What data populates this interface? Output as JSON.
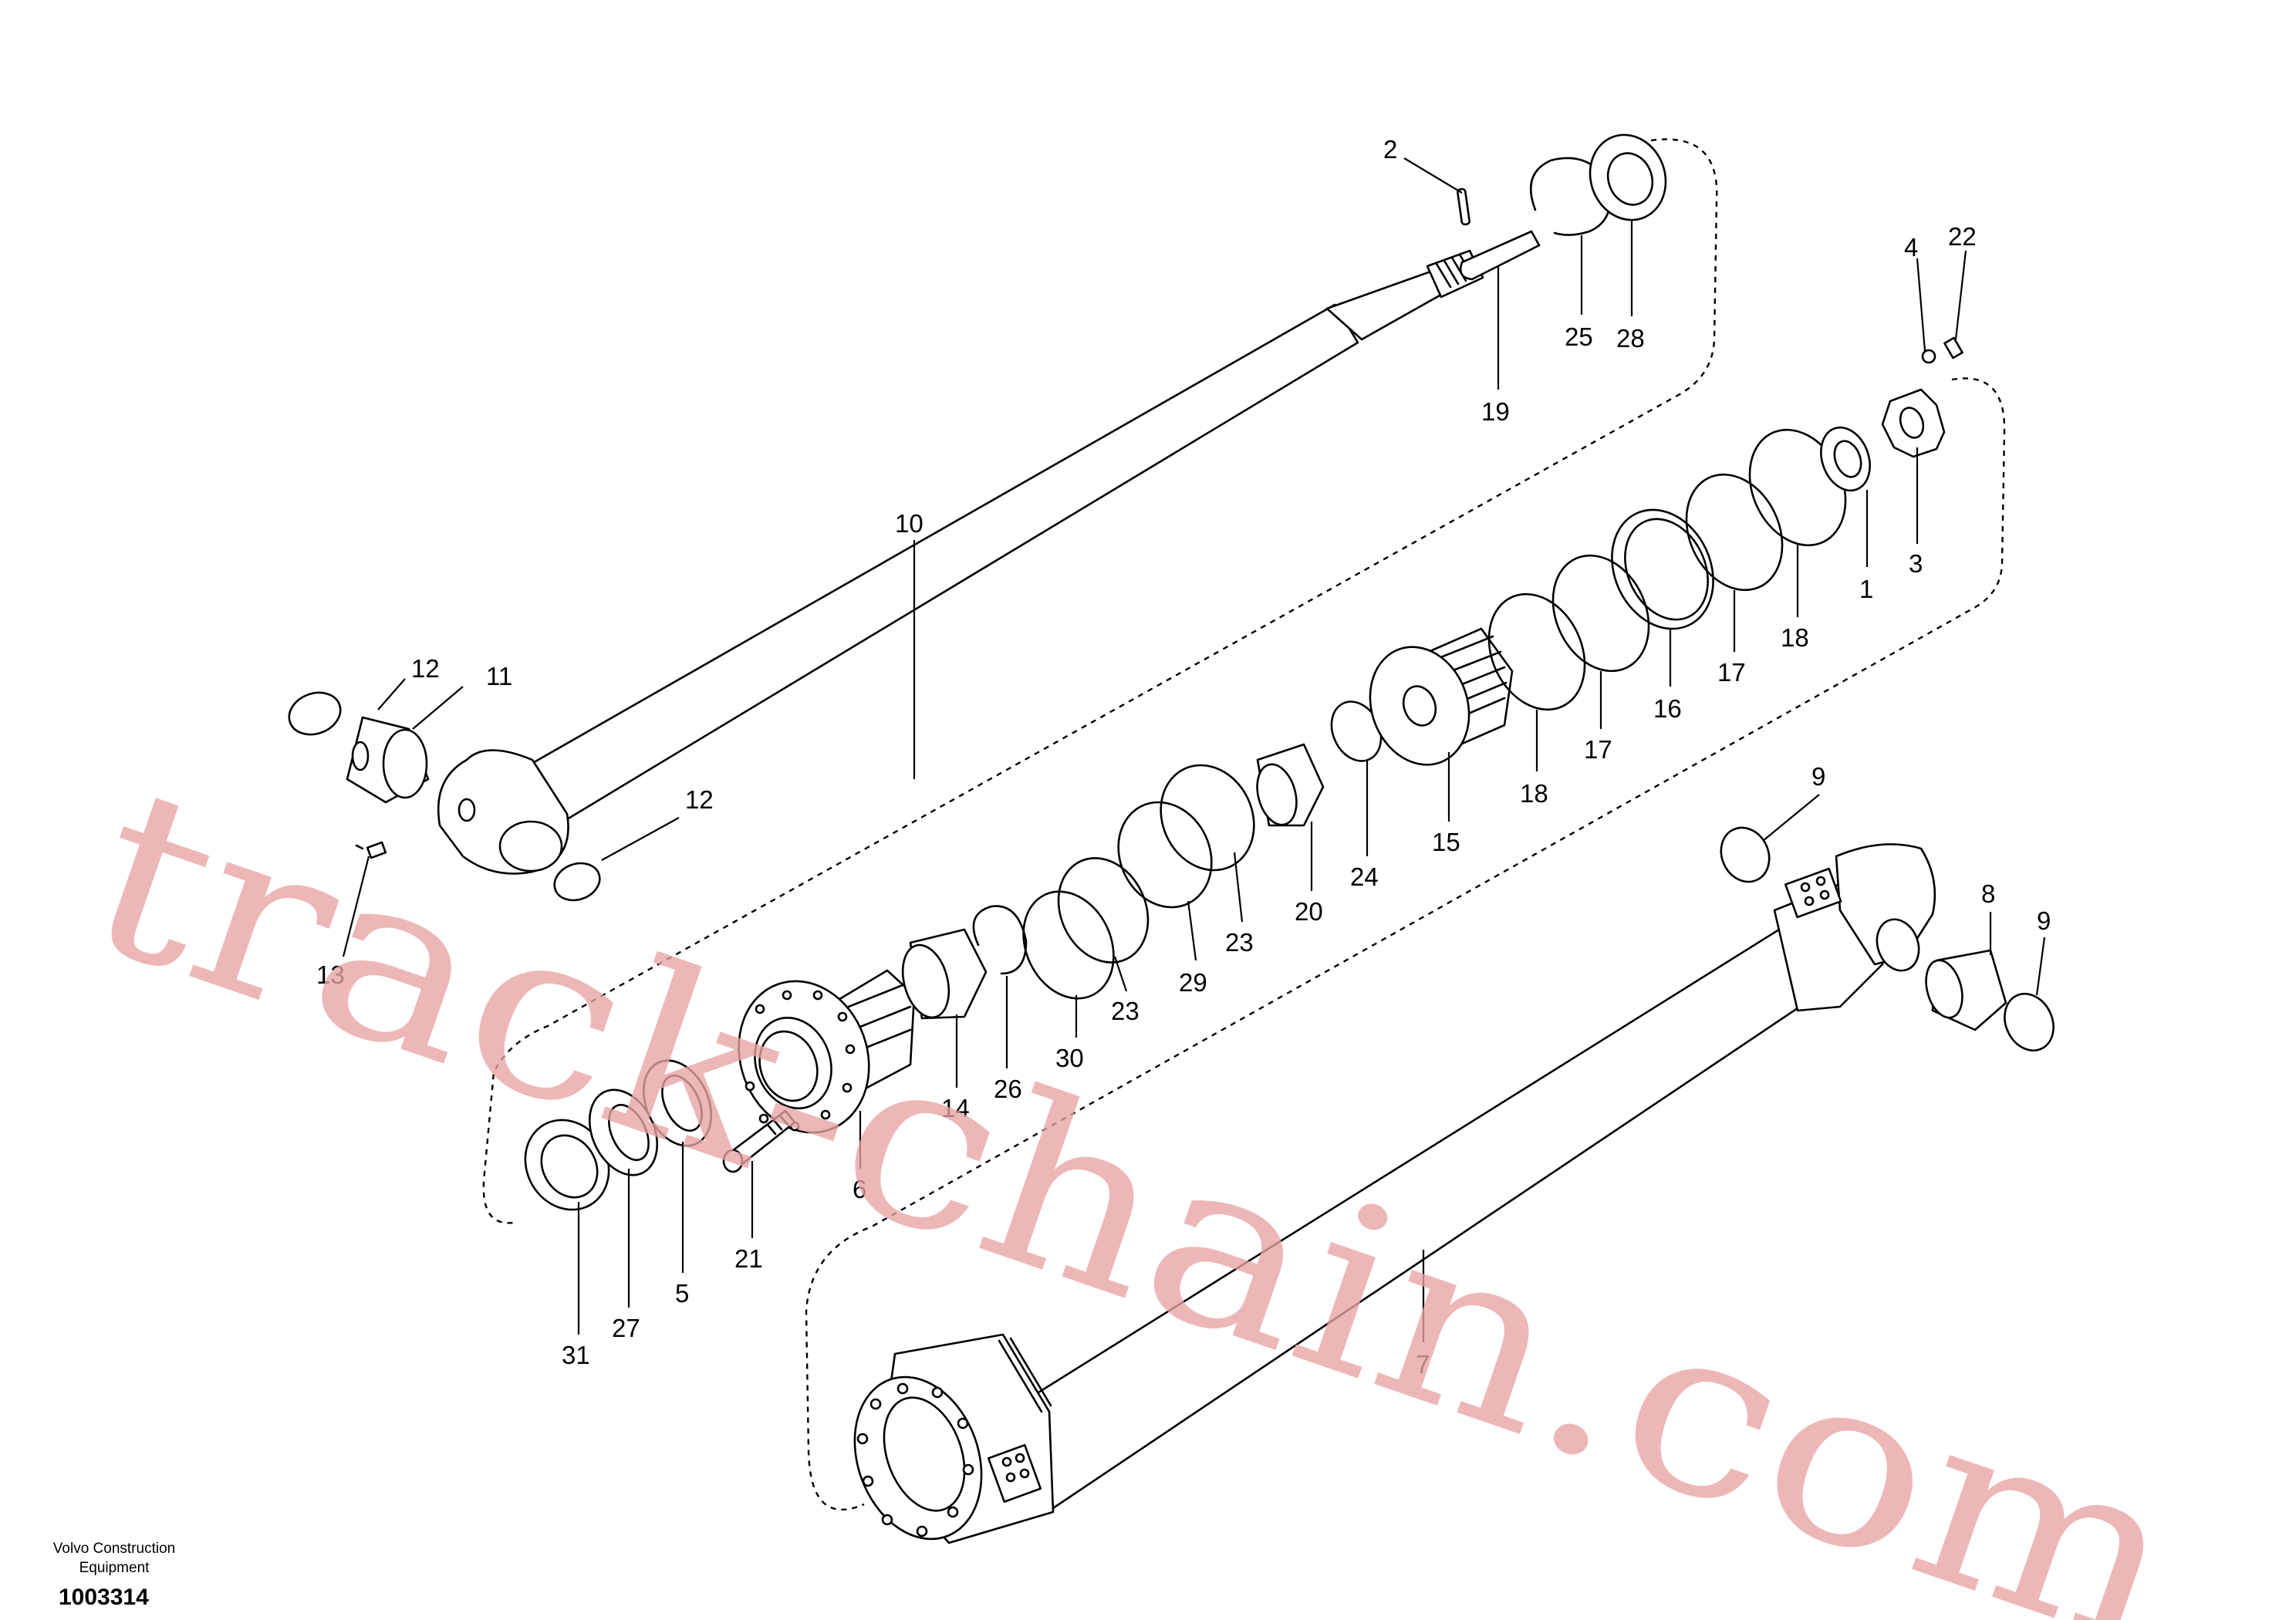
{
  "diagram": {
    "callouts": {
      "c1": "1",
      "c2": "2",
      "c3": "3",
      "c4": "4",
      "c5": "5",
      "c6": "6",
      "c7": "7",
      "c8": "8",
      "c9a": "9",
      "c9b": "9",
      "c10": "10",
      "c11": "11",
      "c12a": "12",
      "c12b": "12",
      "c13": "13",
      "c14": "14",
      "c15": "15",
      "c16": "16",
      "c17a": "17",
      "c17b": "17",
      "c18a": "18",
      "c18b": "18",
      "c19": "19",
      "c20": "20",
      "c21": "21",
      "c22": "22",
      "c23a": "23",
      "c23b": "23",
      "c24": "24",
      "c25": "25",
      "c26": "26",
      "c27": "27",
      "c28": "28",
      "c29": "29",
      "c30": "30",
      "c31": "31"
    }
  },
  "watermark": {
    "text": "track-chain.com"
  },
  "footer": {
    "brand_line1": "Volvo Construction",
    "brand_line2": "Equipment",
    "drawing_number": "1003314"
  }
}
